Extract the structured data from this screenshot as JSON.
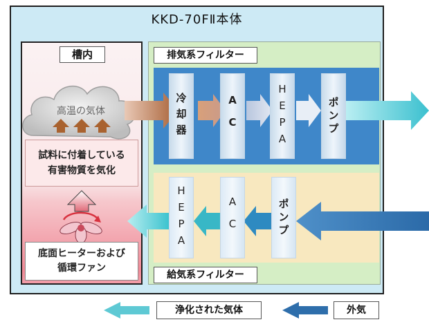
{
  "title": "KKD-70FⅡ本体",
  "chamber": {
    "label": "槽内",
    "cloud_text": "高温の気体",
    "vapor_lines": [
      "試料に付着している",
      "有害物質を気化"
    ],
    "heater_lines": [
      "底面ヒーターおよび",
      "循環ファン"
    ]
  },
  "exhaust": {
    "label": "排気系フィルター",
    "units": [
      "冷却器",
      "AC",
      "HEPA",
      "ポンプ"
    ]
  },
  "intake": {
    "label": "給気系フィルター",
    "units": [
      "ポンプ",
      "AC",
      "HEPA"
    ]
  },
  "legend": {
    "clean": "浄化された気体",
    "external": "外気"
  },
  "colors": {
    "frame": "#cdeaf5",
    "filter_bg": "#d5eec5",
    "exhaust_panel": "#3f87c9",
    "intake_panel": "#f8e8bf",
    "hot_arrow": "#b36a3c",
    "clean_arrow": "#58c6d2",
    "external_arrow": "#2e6eab"
  }
}
